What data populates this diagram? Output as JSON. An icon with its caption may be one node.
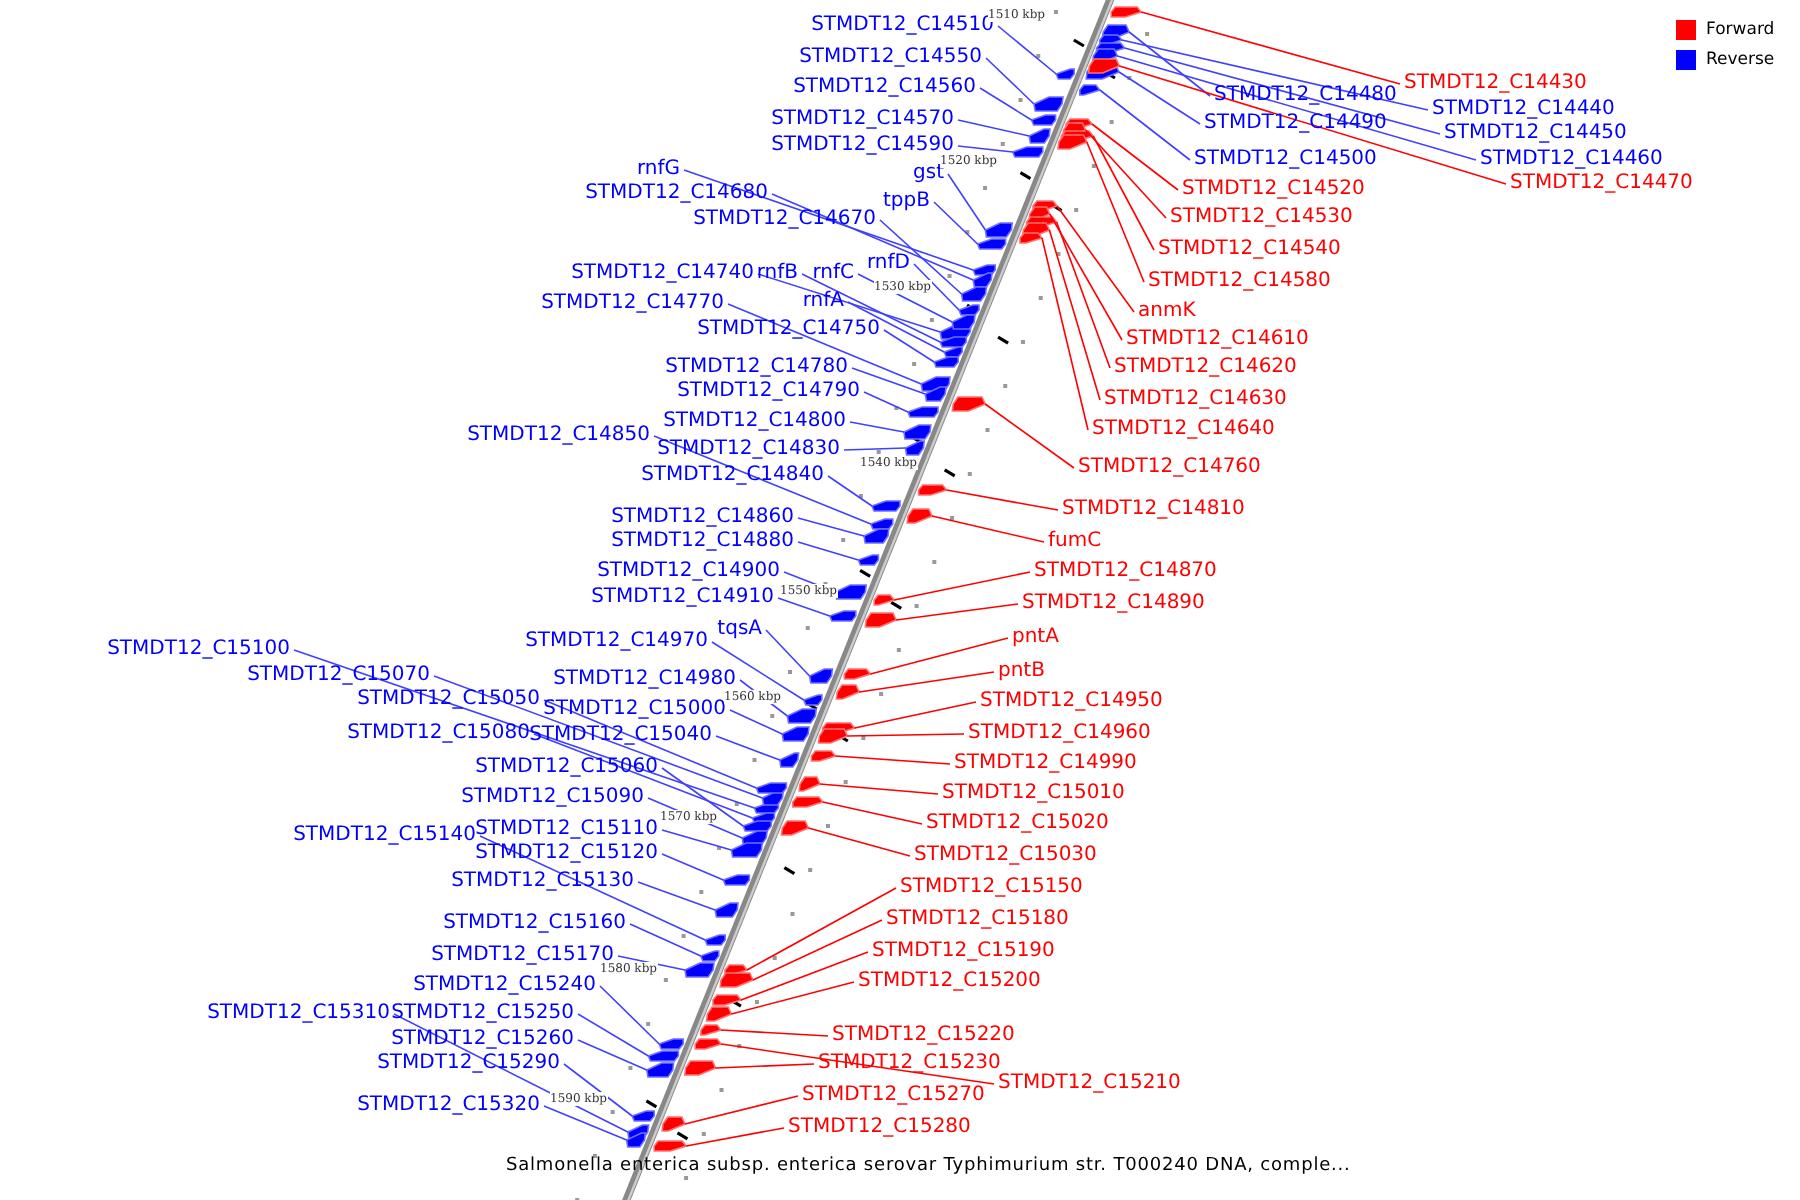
{
  "diagram": {
    "caption": "Salmonella enterica subsp. enterica serovar Typhimurium str. T000240 DNA, comple...",
    "nodes": [
      {
        "text": [
          "STMDT12_C14510"
        ]
      },
      {
        "text": [
          "STMDT12_C14550"
        ]
      },
      {
        "text": [
          "STMDT12_C14560"
        ]
      },
      {
        "text": [
          "STMDT12_C14570"
        ]
      },
      {
        "text": [
          "STMDT12_C14590"
        ]
      },
      {
        "text": [
          "gst"
        ]
      },
      {
        "text": [
          "rnfG"
        ]
      },
      {
        "text": [
          "STMDT12_C14680"
        ]
      },
      {
        "text": [
          "tppB"
        ]
      },
      {
        "text": [
          "STMDT12_C14670"
        ]
      },
      {
        "text": [
          "rnfD"
        ]
      },
      {
        "text": [
          "STMDT12_C14740"
        ]
      },
      {
        "text": [
          "rnfB"
        ]
      },
      {
        "text": [
          "rnfC"
        ]
      },
      {
        "text": [
          "rnfA"
        ]
      },
      {
        "text": [
          "STMDT12_C14770"
        ]
      },
      {
        "text": [
          "STMDT12_C14750"
        ]
      },
      {
        "text": [
          "STMDT12_C14780"
        ]
      },
      {
        "text": [
          "STMDT12_C14790"
        ]
      },
      {
        "text": [
          "STMDT12_C14800"
        ]
      },
      {
        "text": [
          "STMDT12_C14850"
        ]
      },
      {
        "text": [
          "STMDT12_C14830"
        ]
      },
      {
        "text": [
          "STMDT12_C14840"
        ]
      },
      {
        "text": [
          "STMDT12_C14860"
        ]
      },
      {
        "text": [
          "STMDT12_C14880"
        ]
      },
      {
        "text": [
          "STMDT12_C14900"
        ]
      },
      {
        "text": [
          "STMDT12_C14910"
        ]
      },
      {
        "text": [
          "tqsA"
        ]
      },
      {
        "text": [
          "STMDT12_C14970"
        ]
      },
      {
        "text": [
          "STMDT12_C14980"
        ]
      },
      {
        "text": [
          "STMDT12_C15100"
        ]
      },
      {
        "text": [
          "STMDT12_C15070"
        ]
      },
      {
        "text": [
          "STMDT12_C15050"
        ]
      },
      {
        "text": [
          "STMDT12_C15000"
        ]
      },
      {
        "text": [
          "STMDT12_C15080"
        ]
      },
      {
        "text": [
          "STMDT12_C15040"
        ]
      },
      {
        "text": [
          "STMDT12_C15060"
        ]
      },
      {
        "text": [
          "STMDT12_C15090"
        ]
      },
      {
        "text": [
          "STMDT12_C15140"
        ]
      },
      {
        "text": [
          "STMDT12_C15110"
        ]
      },
      {
        "text": [
          "STMDT12_C15120"
        ]
      },
      {
        "text": [
          "STMDT12_C15130"
        ]
      },
      {
        "text": [
          "STMDT12_C15160"
        ]
      },
      {
        "text": [
          "STMDT12_C15170"
        ]
      },
      {
        "text": [
          "STMDT12_C15240"
        ]
      },
      {
        "text": [
          "STMDT12_C15310"
        ]
      },
      {
        "text": [
          "STMDT12_C15250"
        ]
      },
      {
        "text": [
          "STMDT12_C15260"
        ]
      },
      {
        "text": [
          "STMDT12_C15290"
        ]
      },
      {
        "text": [
          "STMDT12_C15320"
        ]
      },
      {
        "text": [
          "STMDT12_C14430"
        ]
      },
      {
        "text": [
          "STMDT12_C14480"
        ]
      },
      {
        "text": [
          "STMDT12_C14440"
        ]
      },
      {
        "text": [
          "STMDT12_C14490"
        ]
      },
      {
        "text": [
          "STMDT12_C14450"
        ]
      },
      {
        "text": [
          "STMDT12_C14460"
        ]
      },
      {
        "text": [
          "STMDT12_C14500"
        ]
      },
      {
        "text": [
          "STMDT12_C14470"
        ]
      },
      {
        "text": [
          "STMDT12_C14520"
        ]
      },
      {
        "text": [
          "STMDT12_C14530"
        ]
      },
      {
        "text": [
          "STMDT12_C14540"
        ]
      },
      {
        "text": [
          "STMDT12_C14580"
        ]
      },
      {
        "text": [
          "anmK"
        ]
      },
      {
        "text": [
          "STMDT12_C14610"
        ]
      },
      {
        "text": [
          "STMDT12_C14620"
        ]
      },
      {
        "text": [
          "STMDT12_C14630"
        ]
      },
      {
        "text": [
          "STMDT12_C14640"
        ]
      },
      {
        "text": [
          "STMDT12_C14760"
        ]
      },
      {
        "text": [
          "STMDT12_C14810"
        ]
      },
      {
        "text": [
          "fumC"
        ]
      },
      {
        "text": [
          "STMDT12_C14870"
        ]
      },
      {
        "text": [
          "STMDT12_C14890"
        ]
      },
      {
        "text": [
          "pntA"
        ]
      },
      {
        "text": [
          "pntB"
        ]
      },
      {
        "text": [
          "STMDT12_C14950"
        ]
      },
      {
        "text": [
          "STMDT12_C14960"
        ]
      },
      {
        "text": [
          "STMDT12_C14990"
        ]
      },
      {
        "text": [
          "STMDT12_C15010"
        ]
      },
      {
        "text": [
          "STMDT12_C15020"
        ]
      },
      {
        "text": [
          "STMDT12_C15030"
        ]
      },
      {
        "text": [
          "STMDT12_C15150"
        ]
      },
      {
        "text": [
          "STMDT12_C15180"
        ]
      },
      {
        "text": [
          "STMDT12_C15190"
        ]
      },
      {
        "text": [
          "STMDT12_C15200"
        ]
      },
      {
        "text": [
          "STMDT12_C15220"
        ]
      },
      {
        "text": [
          "STMDT12_C15230"
        ]
      },
      {
        "text": [
          "STMDT12_C15210"
        ]
      },
      {
        "text": [
          "STMDT12_C15270"
        ]
      },
      {
        "text": [
          "STMDT12_C15280"
        ]
      },
      {
        "text": [],
        "shape": "arrow"
      },
      {
        "text": [],
        "shape": "arrow"
      },
      {
        "text": [],
        "shape": "arrow"
      },
      {
        "text": [],
        "shape": "arrow"
      },
      {
        "text": [],
        "shape": "arrow"
      },
      {
        "text": [],
        "shape": "arrow"
      },
      {
        "text": [],
        "shape": "arrow"
      },
      {
        "text": [],
        "shape": "arrow"
      },
      {
        "text": [],
        "shape": "arrow"
      },
      {
        "text": [],
        "shape": "arrow"
      },
      {
        "text": [],
        "shape": "arrow"
      },
      {
        "text": [],
        "shape": "arrow"
      },
      {
        "text": [],
        "shape": "arrow"
      },
      {
        "text": [],
        "shape": "arrow"
      },
      {
        "text": [],
        "shape": "arrow"
      },
      {
        "text": [],
        "shape": "arrow"
      },
      {
        "text": [],
        "shape": "arrow"
      },
      {
        "text": [],
        "shape": "arrow"
      },
      {
        "text": [],
        "shape": "arrow"
      },
      {
        "text": [],
        "shape": "arrow"
      },
      {
        "text": [],
        "shape": "arrow"
      },
      {
        "text": [],
        "shape": "arrow"
      },
      {
        "text": [],
        "shape": "arrow"
      },
      {
        "text": [],
        "shape": "arrow"
      },
      {
        "text": [],
        "shape": "arrow"
      },
      {
        "text": [],
        "shape": "arrow"
      },
      {
        "text": [],
        "shape": "arrow"
      },
      {
        "text": [],
        "shape": "arrow"
      },
      {
        "text": [],
        "shape": "arrow"
      },
      {
        "text": [],
        "shape": "arrow"
      },
      {
        "text": [],
        "shape": "arrow"
      },
      {
        "text": [],
        "shape": "arrow"
      },
      {
        "text": [],
        "shape": "arrow"
      },
      {
        "text": [],
        "shape": "arrow"
      },
      {
        "text": [],
        "shape": "arrow"
      },
      {
        "text": [],
        "shape": "arrow"
      },
      {
        "text": [],
        "shape": "arrow"
      },
      {
        "text": [],
        "shape": "arrow"
      },
      {
        "text": [],
        "shape": "arrow"
      },
      {
        "text": [],
        "shape": "arrow"
      },
      {
        "text": [],
        "shape": "arrow"
      },
      {
        "text": [],
        "shape": "arrow"
      },
      {
        "text": [],
        "shape": "arrow"
      },
      {
        "text": [],
        "shape": "arrow"
      },
      {
        "text": [],
        "shape": "arrow"
      },
      {
        "text": [],
        "shape": "arrow"
      },
      {
        "text": [],
        "shape": "arrow"
      },
      {
        "text": [],
        "shape": "arrow"
      },
      {
        "text": [],
        "shape": "arrow"
      },
      {
        "text": [],
        "shape": "arrow"
      },
      {
        "text": [],
        "shape": "arrow"
      },
      {
        "text": [],
        "shape": "arrow"
      },
      {
        "text": [],
        "shape": "arrow"
      },
      {
        "text": [],
        "shape": "arrow"
      },
      {
        "text": [],
        "shape": "arrow"
      },
      {
        "text": [],
        "shape": "arrow"
      },
      {
        "text": [],
        "shape": "arrow"
      },
      {
        "text": [],
        "shape": "arrow"
      },
      {
        "text": [],
        "shape": "arrow"
      },
      {
        "text": [],
        "shape": "arrow"
      },
      {
        "text": [],
        "shape": "arrow"
      },
      {
        "text": [],
        "shape": "arrow"
      },
      {
        "text": [],
        "shape": "arrow"
      },
      {
        "text": [],
        "shape": "arrow"
      },
      {
        "text": [],
        "shape": "arrow"
      },
      {
        "text": [],
        "shape": "arrow"
      },
      {
        "text": [],
        "shape": "arrow"
      },
      {
        "text": [],
        "shape": "arrow"
      },
      {
        "text": [],
        "shape": "arrow"
      },
      {
        "text": [],
        "shape": "arrow"
      },
      {
        "text": [],
        "shape": "arrow"
      },
      {
        "text": [],
        "shape": "arrow"
      },
      {
        "text": [],
        "shape": "arrow"
      },
      {
        "text": [],
        "shape": "arrow"
      },
      {
        "text": [],
        "shape": "arrow"
      },
      {
        "text": [],
        "shape": "arrow"
      },
      {
        "text": [],
        "shape": "arrow"
      },
      {
        "text": [],
        "shape": "arrow"
      },
      {
        "text": [],
        "shape": "arrow"
      },
      {
        "text": [],
        "shape": "arrow"
      },
      {
        "text": [],
        "shape": "arrow"
      },
      {
        "text": [],
        "shape": "arrow"
      },
      {
        "text": [],
        "shape": "arrow"
      },
      {
        "text": [],
        "shape": "arrow"
      },
      {
        "text": [],
        "shape": "arrow"
      },
      {
        "text": [],
        "shape": "arrow"
      },
      {
        "text": [],
        "shape": "arrow"
      },
      {
        "text": [],
        "shape": "arrow"
      },
      {
        "text": [],
        "shape": "arrow"
      }
    ],
    "edges": [
      {
        "from": 0,
        "to": 89,
        "arrow": "none"
      },
      {
        "from": 1,
        "to": 90,
        "arrow": "none"
      },
      {
        "from": 2,
        "to": 91,
        "arrow": "none"
      },
      {
        "from": 3,
        "to": 92,
        "arrow": "none"
      },
      {
        "from": 4,
        "to": 93,
        "arrow": "none"
      },
      {
        "from": 5,
        "to": 94,
        "arrow": "none"
      },
      {
        "from": 6,
        "to": 95,
        "arrow": "none"
      },
      {
        "from": 7,
        "to": 96,
        "arrow": "none"
      },
      {
        "from": 8,
        "to": 97,
        "arrow": "none"
      },
      {
        "from": 9,
        "to": 98,
        "arrow": "none"
      },
      {
        "from": 10,
        "to": 99,
        "arrow": "none"
      },
      {
        "from": 11,
        "to": 100,
        "arrow": "none"
      },
      {
        "from": 12,
        "to": 101,
        "arrow": "none"
      },
      {
        "from": 13,
        "to": 102,
        "arrow": "none"
      },
      {
        "from": 14,
        "to": 103,
        "arrow": "none"
      },
      {
        "from": 15,
        "to": 104,
        "arrow": "none"
      },
      {
        "from": 16,
        "to": 105,
        "arrow": "none"
      },
      {
        "from": 17,
        "to": 106,
        "arrow": "none"
      },
      {
        "from": 18,
        "to": 107,
        "arrow": "none"
      },
      {
        "from": 19,
        "to": 108,
        "arrow": "none"
      },
      {
        "from": 20,
        "to": 109,
        "arrow": "none"
      },
      {
        "from": 21,
        "to": 110,
        "arrow": "none"
      },
      {
        "from": 22,
        "to": 111,
        "arrow": "none"
      },
      {
        "from": 23,
        "to": 112,
        "arrow": "none"
      },
      {
        "from": 24,
        "to": 113,
        "arrow": "none"
      },
      {
        "from": 25,
        "to": 114,
        "arrow": "none"
      },
      {
        "from": 26,
        "to": 115,
        "arrow": "none"
      },
      {
        "from": 27,
        "to": 116,
        "arrow": "none"
      },
      {
        "from": 28,
        "to": 117,
        "arrow": "none"
      },
      {
        "from": 29,
        "to": 118,
        "arrow": "none"
      },
      {
        "from": 30,
        "to": 119,
        "arrow": "none"
      },
      {
        "from": 31,
        "to": 120,
        "arrow": "none"
      },
      {
        "from": 32,
        "to": 121,
        "arrow": "none"
      },
      {
        "from": 33,
        "to": 122,
        "arrow": "none"
      },
      {
        "from": 34,
        "to": 123,
        "arrow": "none"
      },
      {
        "from": 35,
        "to": 124,
        "arrow": "none"
      },
      {
        "from": 36,
        "to": 125,
        "arrow": "none"
      },
      {
        "from": 37,
        "to": 126,
        "arrow": "none"
      },
      {
        "from": 38,
        "to": 127,
        "arrow": "none"
      },
      {
        "from": 39,
        "to": 128,
        "arrow": "none"
      },
      {
        "from": 40,
        "to": 129,
        "arrow": "none"
      },
      {
        "from": 41,
        "to": 130,
        "arrow": "none"
      },
      {
        "from": 42,
        "to": 131,
        "arrow": "none"
      },
      {
        "from": 43,
        "to": 132,
        "arrow": "none"
      },
      {
        "from": 44,
        "to": 133,
        "arrow": "none"
      },
      {
        "from": 45,
        "to": 134,
        "arrow": "none"
      },
      {
        "from": 46,
        "to": 135,
        "arrow": "none"
      },
      {
        "from": 47,
        "to": 136,
        "arrow": "none"
      },
      {
        "from": 48,
        "to": 137,
        "arrow": "none"
      },
      {
        "from": 49,
        "to": 138,
        "arrow": "none"
      },
      {
        "from": 50,
        "to": 139,
        "arrow": "none",
        "color": "#ff0000"
      },
      {
        "from": 51,
        "to": 140,
        "arrow": "none"
      },
      {
        "from": 52,
        "to": 141,
        "arrow": "none"
      },
      {
        "from": 53,
        "to": 142,
        "arrow": "none"
      },
      {
        "from": 54,
        "to": 143,
        "arrow": "none"
      },
      {
        "from": 55,
        "to": 144,
        "arrow": "none"
      },
      {
        "from": 56,
        "to": 145,
        "arrow": "none"
      },
      {
        "from": 57,
        "to": 146,
        "arrow": "none",
        "color": "#ff0000"
      },
      {
        "from": 58,
        "to": 147,
        "arrow": "none",
        "color": "#ff0000"
      },
      {
        "from": 59,
        "to": 148,
        "arrow": "none",
        "color": "#ff0000"
      },
      {
        "from": 60,
        "to": 149,
        "arrow": "none",
        "color": "#ff0000"
      },
      {
        "from": 61,
        "to": 150,
        "arrow": "none",
        "color": "#ff0000"
      },
      {
        "from": 62,
        "to": 151,
        "arrow": "none",
        "color": "#ff0000"
      },
      {
        "from": 63,
        "to": 152,
        "arrow": "none",
        "color": "#ff0000"
      },
      {
        "from": 64,
        "to": 153,
        "arrow": "none",
        "color": "#ff0000"
      },
      {
        "from": 65,
        "to": 154,
        "arrow": "none",
        "color": "#ff0000"
      },
      {
        "from": 66,
        "to": 155,
        "arrow": "none",
        "color": "#ff0000"
      },
      {
        "from": 67,
        "to": 156,
        "arrow": "none",
        "color": "#ff0000"
      },
      {
        "from": 68,
        "to": 157,
        "arrow": "none",
        "color": "#ff0000"
      },
      {
        "from": 69,
        "to": 158,
        "arrow": "none",
        "color": "#ff0000"
      },
      {
        "from": 70,
        "to": 159,
        "arrow": "none",
        "color": "#ff0000"
      },
      {
        "from": 71,
        "to": 160,
        "arrow": "none",
        "color": "#ff0000"
      },
      {
        "from": 72,
        "to": 161,
        "arrow": "none",
        "color": "#ff0000"
      },
      {
        "from": 73,
        "to": 162,
        "arrow": "none",
        "color": "#ff0000"
      },
      {
        "from": 74,
        "to": 163,
        "arrow": "none",
        "color": "#ff0000"
      },
      {
        "from": 75,
        "to": 164,
        "arrow": "none",
        "color": "#ff0000"
      },
      {
        "from": 76,
        "to": 165,
        "arrow": "none",
        "color": "#ff0000"
      },
      {
        "from": 77,
        "to": 166,
        "arrow": "none",
        "color": "#ff0000"
      },
      {
        "from": 78,
        "to": 167,
        "arrow": "none",
        "color": "#ff0000"
      },
      {
        "from": 79,
        "to": 168,
        "arrow": "none",
        "color": "#ff0000"
      },
      {
        "from": 80,
        "to": 169,
        "arrow": "none",
        "color": "#ff0000"
      },
      {
        "from": 81,
        "to": 170,
        "arrow": "none",
        "color": "#ff0000"
      },
      {
        "from": 82,
        "to": 171,
        "arrow": "none",
        "color": "#ff0000"
      },
      {
        "from": 83,
        "to": 172,
        "arrow": "none",
        "color": "#ff0000"
      },
      {
        "from": 84,
        "to": 173,
        "arrow": "none",
        "color": "#ff0000"
      },
      {
        "from": 85,
        "to": 174,
        "arrow": "none",
        "color": "#ff0000"
      },
      {
        "from": 86,
        "to": 175,
        "arrow": "none",
        "color": "#ff0000"
      },
      {
        "from": 87,
        "to": 176,
        "arrow": "none",
        "color": "#ff0000"
      },
      {
        "from": 88,
        "to": 177,
        "arrow": "none",
        "color": "#ff0000"
      }
    ],
    "labels": [
      "1510 kbp",
      "1520 kbp",
      "1530 kbp",
      "1540 kbp",
      "1550 kbp",
      "1560 kbp",
      "1570 kbp",
      "1580 kbp",
      "1590 kbp"
    ],
    "legend": [
      {
        "text": "Forward",
        "color": "#ff0000"
      },
      {
        "text": "Reverse",
        "color": "#0000ff"
      }
    ]
  }
}
